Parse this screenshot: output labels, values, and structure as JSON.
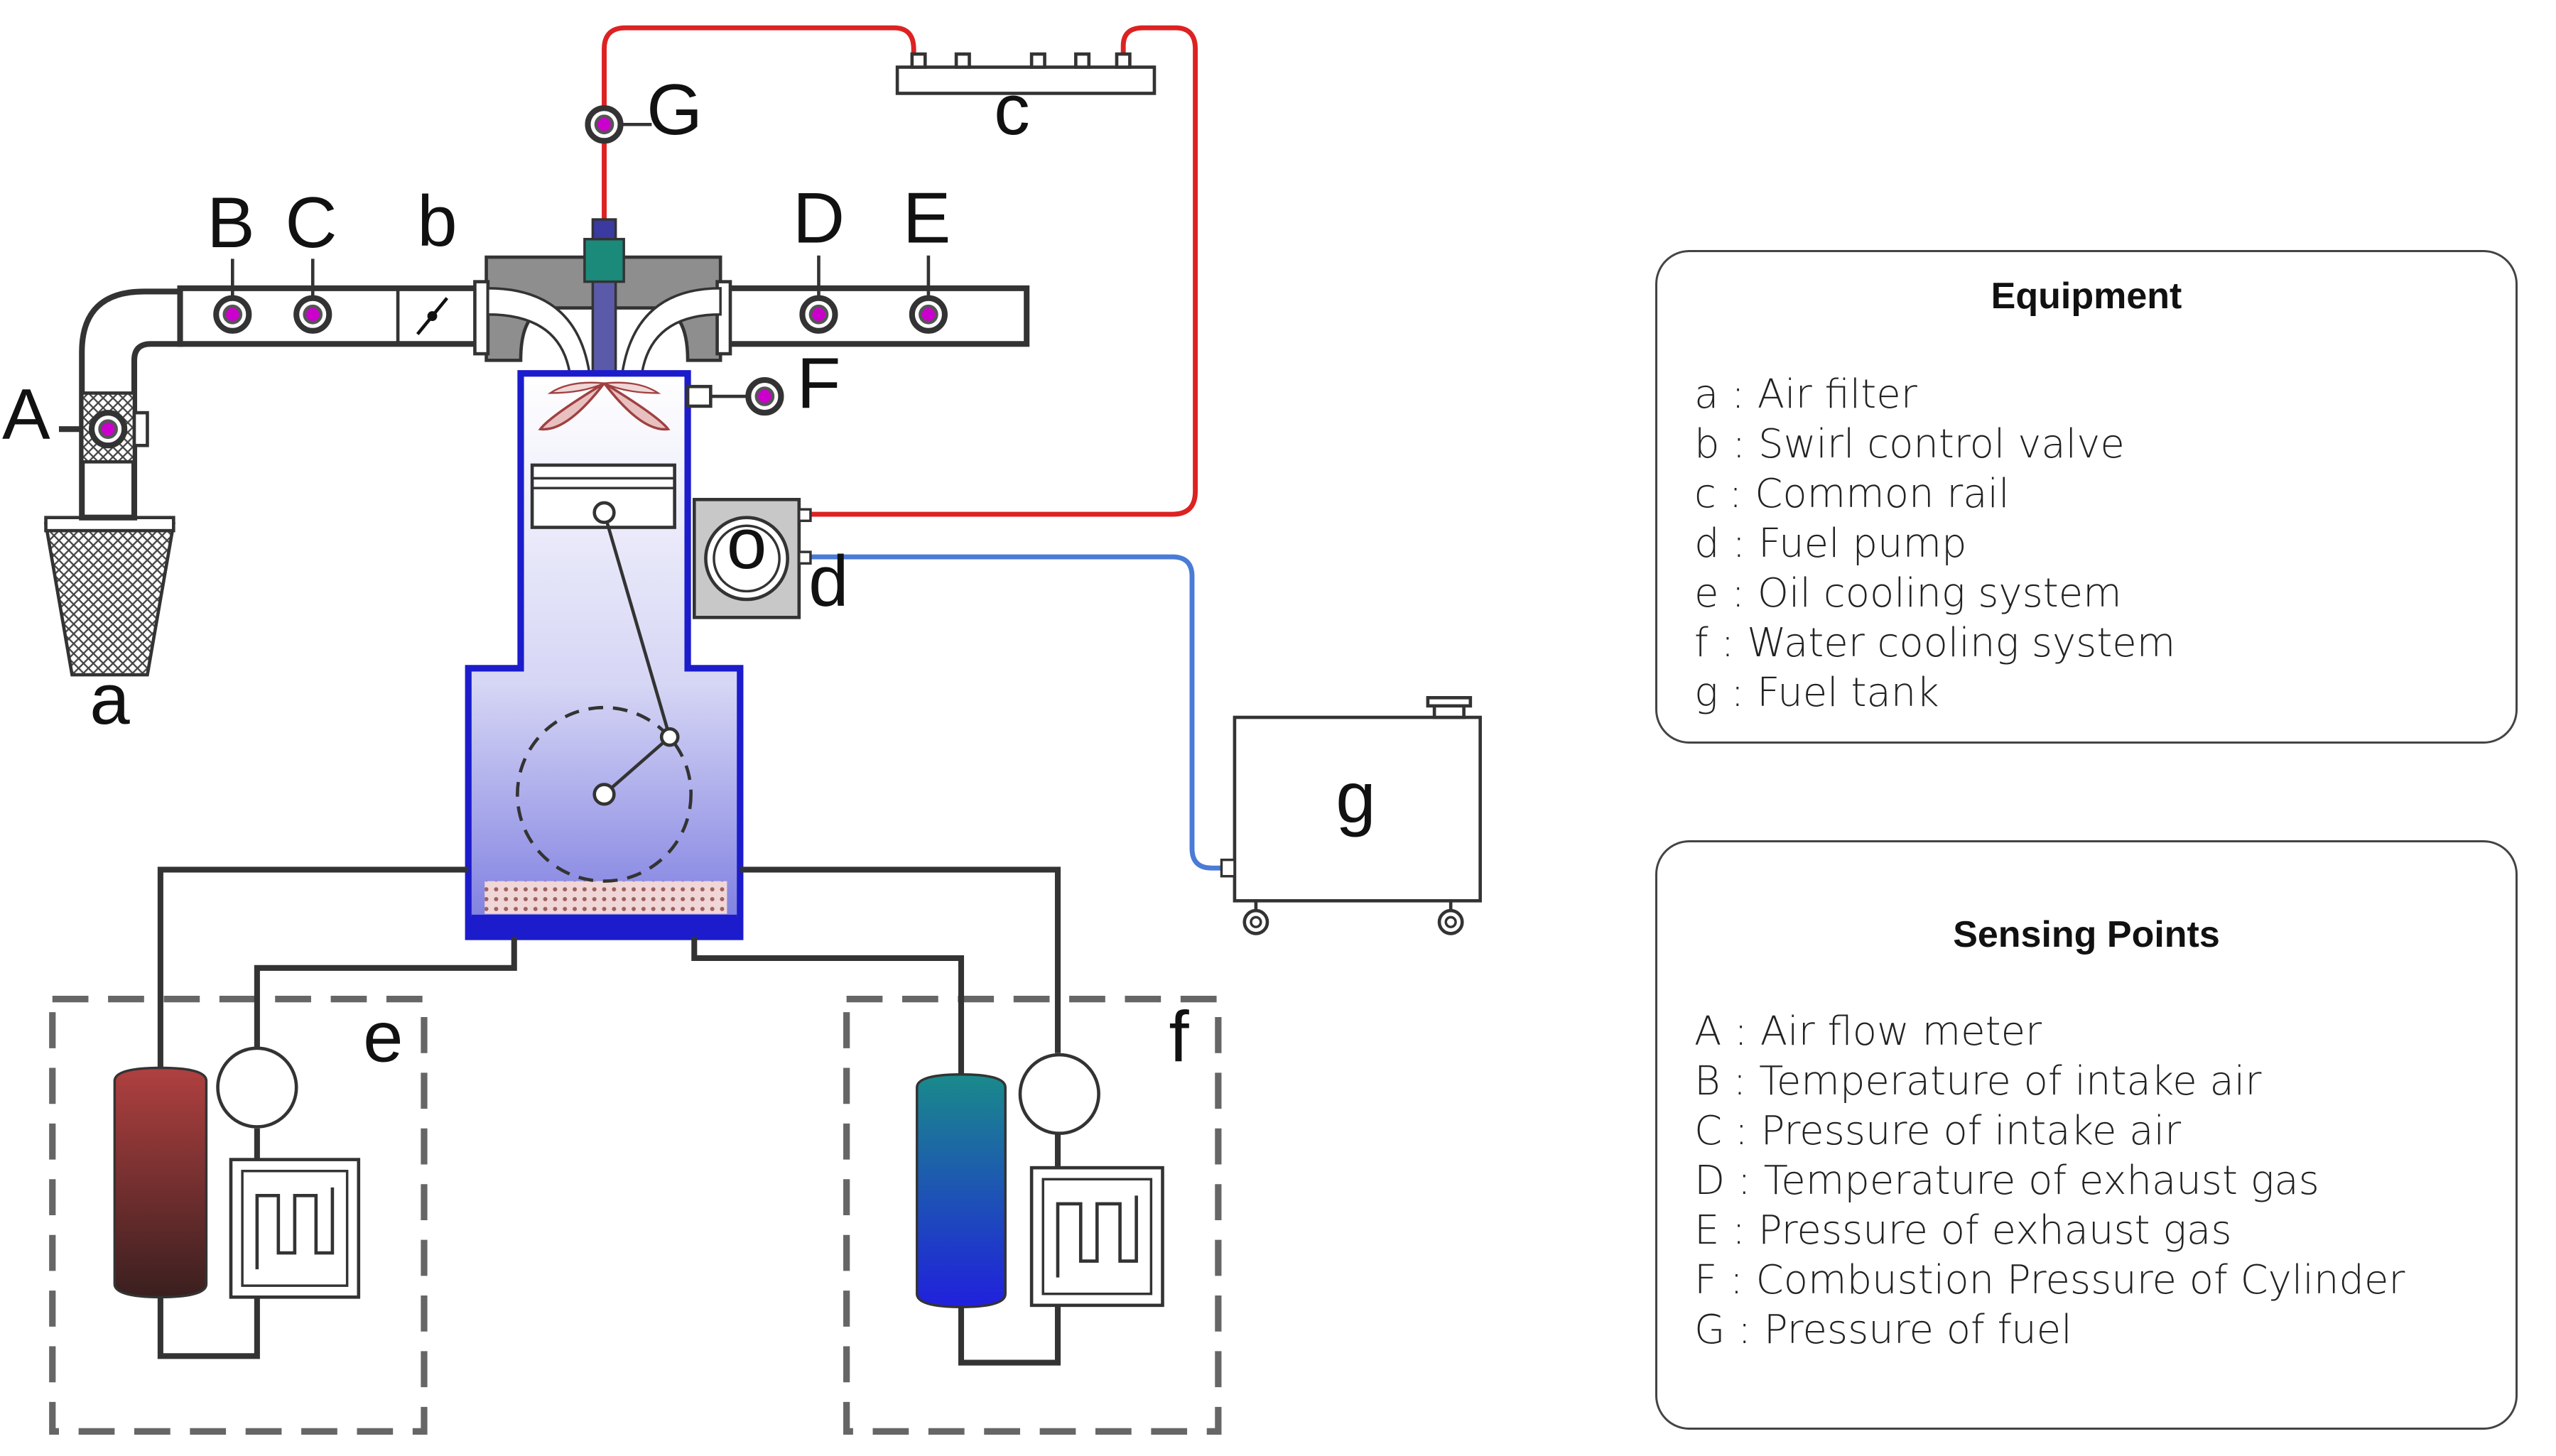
{
  "equipment": {
    "title": "Equipment",
    "items": [
      "a : Air filter",
      "b : Swirl control valve",
      "c : Common rail",
      "d : Fuel pump",
      "e : Oil cooling system",
      "f : Water cooling system",
      "g : Fuel tank"
    ]
  },
  "sensing": {
    "title": "Sensing Points",
    "items": [
      "A : Air flow meter",
      "B : Temperature of intake air",
      "C : Pressure of intake air",
      "D : Temperature of exhaust gas",
      "E : Pressure of exhaust gas",
      "F : Combustion Pressure of Cylinder",
      "G : Pressure of fuel"
    ]
  },
  "diagram_labels": {
    "a": "a",
    "b": "b",
    "c": "c",
    "d": "d",
    "e": "e",
    "f": "f",
    "g": "g",
    "A": "A",
    "B": "B",
    "C": "C",
    "D": "D",
    "E": "E",
    "F": "F",
    "G": "G",
    "pump_o": "o"
  },
  "colors": {
    "fuel_line": "#dd2222",
    "return_line": "#4a7bd6",
    "engine_blue": "#1c1ccc",
    "sensor_magenta": "#cc00cc",
    "oil_tank": "#8a2a2a",
    "water_tank": "#1a6db0"
  }
}
